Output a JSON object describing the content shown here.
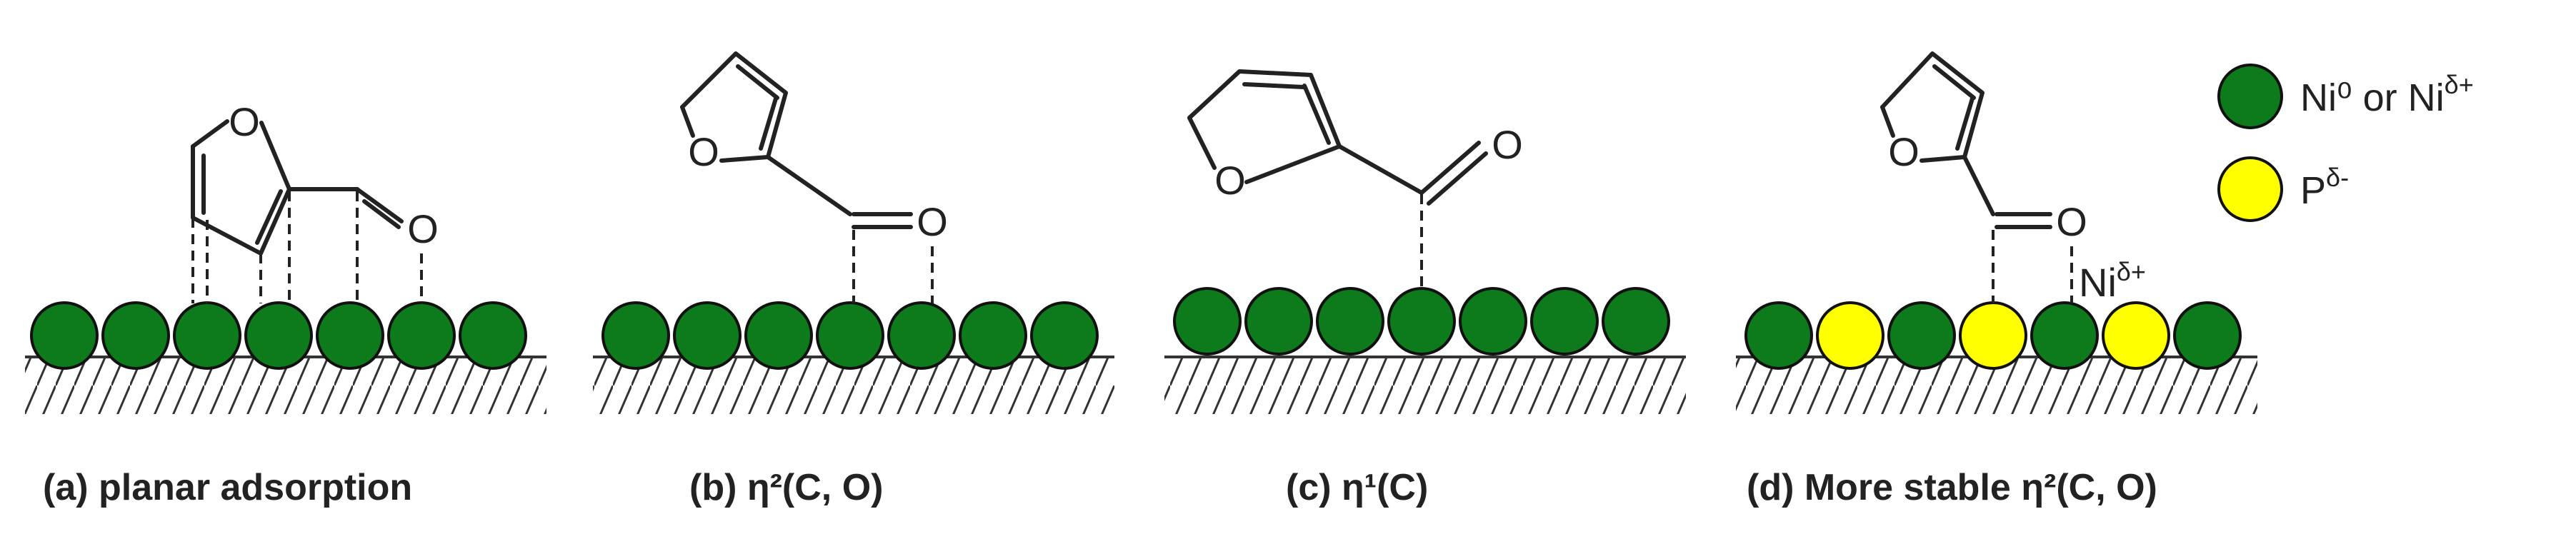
{
  "colors": {
    "nickel": "#0d7a1c",
    "phosphorus": "#ffff00"
  },
  "legend": [
    {
      "label": "Ni⁰ or Ni",
      "sup": "δ+",
      "color": "#0d7a1c"
    },
    {
      "label": "P",
      "sup": "δ-",
      "color": "#ffff00"
    }
  ],
  "panels": [
    {
      "id": "a",
      "label": "(a) planar adsorption"
    },
    {
      "id": "b",
      "label": "(b) η²(C, O)"
    },
    {
      "id": "c",
      "label": "(c) η¹(C)"
    },
    {
      "id": "d",
      "label": "(d) More stable η²(C, O)"
    }
  ],
  "atoms": {
    "oxygen": "O",
    "ni_site": "Ni",
    "ni_site_sup": "δ+"
  }
}
